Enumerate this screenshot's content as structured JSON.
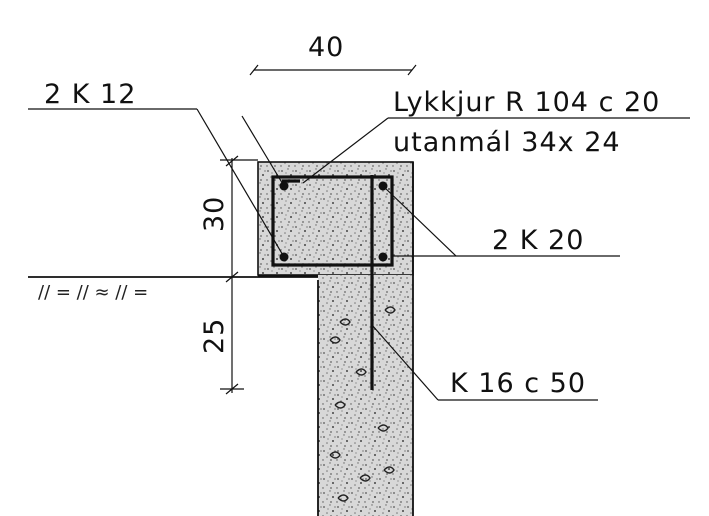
{
  "labels": {
    "dim_top": "40",
    "bar_top_left": "2 K 12",
    "stirrup_line1": "Lykkjur R 104 c 20",
    "stirrup_line2": "utanmál 34x 24",
    "bar_bottom_right": "2 K 20",
    "dowel": "K 16 c 50",
    "dim_beam_height": "30",
    "dim_embed": "25"
  }
}
